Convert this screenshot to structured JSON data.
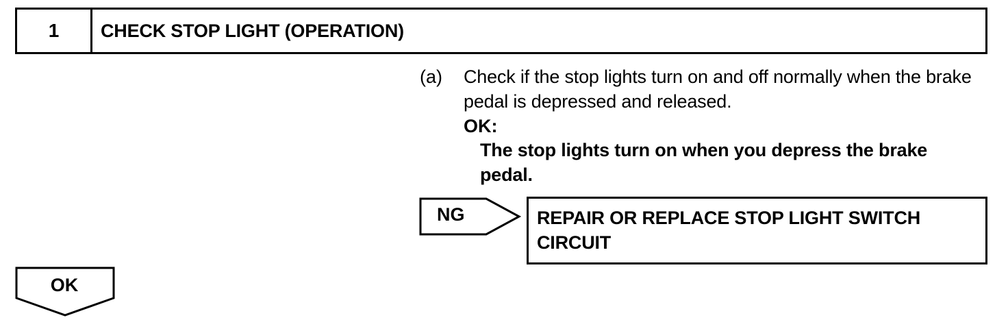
{
  "step": {
    "number": "1",
    "title": "CHECK STOP LIGHT (OPERATION)"
  },
  "instruction": {
    "label": "(a)",
    "text": "Check if the stop lights turn on and off normally when the brake pedal is depressed and released.",
    "ok_label": "OK:",
    "ok_criteria": "The stop lights turn on when you depress the brake pedal."
  },
  "ng_branch": {
    "label": "NG",
    "action": "REPAIR OR REPLACE STOP LIGHT SWITCH CIRCUIT"
  },
  "ok_branch": {
    "label": "OK"
  }
}
